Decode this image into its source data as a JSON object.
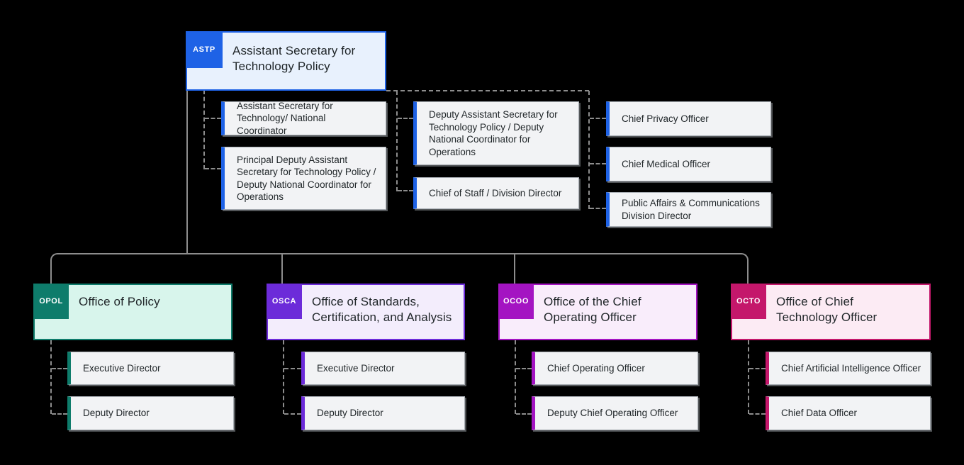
{
  "page": {
    "background": "#000000",
    "connector_color": "#8d8d8d",
    "node_text_color": "#21272a",
    "staff_box_fill": "#f2f3f5"
  },
  "root": {
    "badge": "ASTP",
    "title": "Assistant Secretary for Technology Policy",
    "accent": "#1e62e6",
    "fill": "#e8f1fd"
  },
  "staff_groups": {
    "left": [
      {
        "label": "Assistant Secretary for Technology/ National Coordinator"
      },
      {
        "label": "Principal Deputy Assistant Secretary for Technology Policy / Deputy National Coordinator for Operations"
      }
    ],
    "middle": [
      {
        "label": "Deputy Assistant Secretary for Technology Policy / Deputy National Coordinator for Operations"
      },
      {
        "label": "Chief of Staff / Division Director"
      }
    ],
    "right": [
      {
        "label": "Chief Privacy Officer"
      },
      {
        "label": "Chief Medical Officer"
      },
      {
        "label": "Public Affairs & Communications Division Director"
      }
    ]
  },
  "offices": [
    {
      "badge": "OPOL",
      "title": "Office of Policy",
      "accent": "#0e7c6b",
      "fill": "#d8f5ec",
      "children": [
        "Executive Director",
        "Deputy Director"
      ]
    },
    {
      "badge": "OSCA",
      "title": "Office of Standards, Certification, and Analysis",
      "accent": "#6c2bd9",
      "fill": "#f3edfc",
      "children": [
        "Executive Director",
        "Deputy Director"
      ]
    },
    {
      "badge": "OCOO",
      "title": "Office of the Chief Operating Officer",
      "accent": "#a414c2",
      "fill": "#f9edfb",
      "children": [
        "Chief Operating Officer",
        "Deputy Chief Operating Officer"
      ]
    },
    {
      "badge": "OCTO",
      "title": "Office of Chief Technology Officer",
      "accent": "#c4176b",
      "fill": "#fcebf4",
      "children": [
        "Chief Artificial Intelligence Officer",
        "Chief Data Officer"
      ]
    }
  ]
}
